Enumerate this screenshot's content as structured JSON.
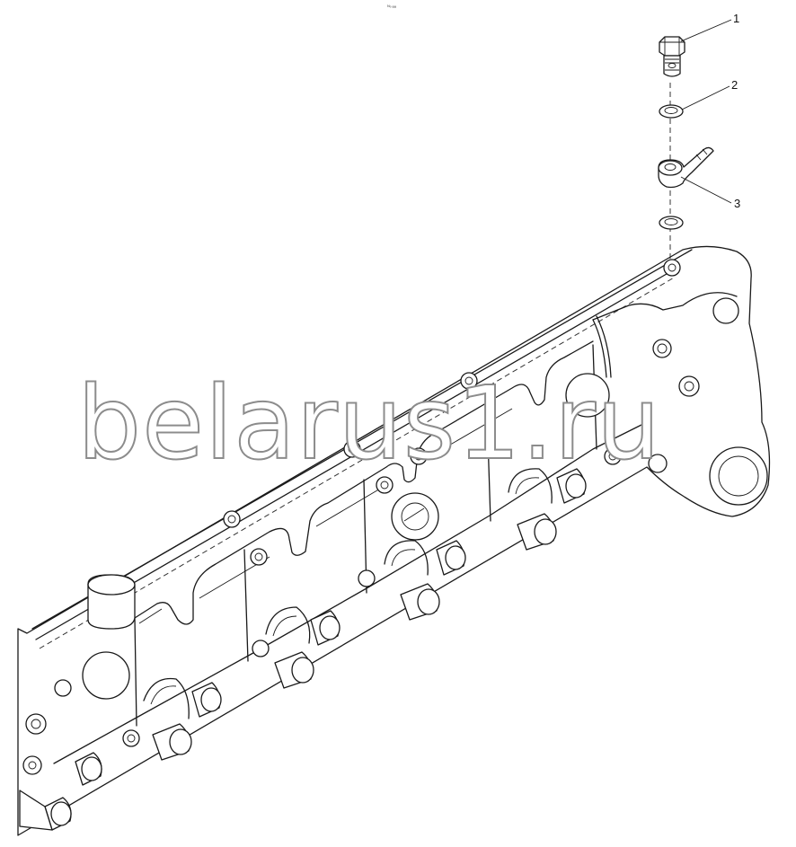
{
  "diagram": {
    "top_mark": "ᴺₒ ₐₐₐ",
    "watermark": "belarus1.ru",
    "callouts": [
      {
        "label": "1",
        "part": "banjo bolt"
      },
      {
        "label": "2",
        "part": "sealing washer"
      },
      {
        "label": "3",
        "part": "banjo fitting"
      }
    ]
  }
}
